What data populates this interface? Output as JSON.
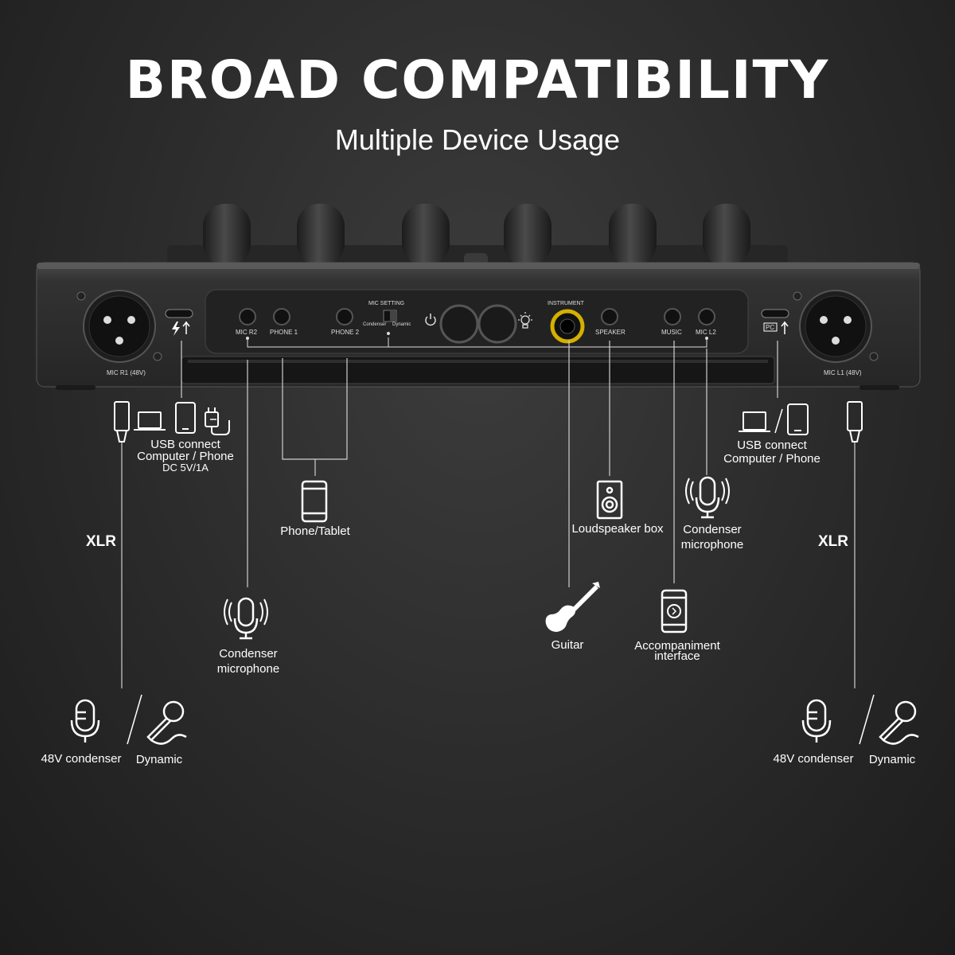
{
  "title": "BROAD COMPATIBILITY",
  "subtitle": "Multiple Device Usage",
  "device": {
    "mic_r1": "MIC R1 (48V)",
    "mic_l1": "MIC L1 (48V)",
    "mic_r2": "MIC R2",
    "phone1": "PHONE 1",
    "phone2": "PHONE 2",
    "mic_setting": "MIC SETTING",
    "condenser": "Condenser",
    "dynamic": "Dynamic",
    "instrument": "INSTRUMENT",
    "speaker": "SPEAKER",
    "music": "MUSIC",
    "mic_l2": "MIC L2",
    "pc": "PC"
  },
  "labels": {
    "usb_left_1": "USB connect",
    "usb_left_2": "Computer / Phone",
    "usb_left_3": "DC 5V/1A",
    "usb_right_1": "USB connect",
    "usb_right_2": "Computer / Phone",
    "xlr_left": "XLR",
    "xlr_right": "XLR",
    "phone_tablet": "Phone/Tablet",
    "condenser_mic_left_1": "Condenser",
    "condenser_mic_left_2": "microphone",
    "loudspeaker": "Loudspeaker box",
    "condenser_mic_right_1": "Condenser",
    "condenser_mic_right_2": "microphone",
    "guitar": "Guitar",
    "accomp_1": "Accompaniment",
    "accomp_2": "interface",
    "condenser48_left": "48V condenser",
    "dynamic_left": "Dynamic",
    "condenser48_right": "48V condenser",
    "dynamic_right": "Dynamic"
  },
  "colors": {
    "accent_ring": "#d4b000",
    "device_body": "#3a3a3a"
  },
  "icons": [
    "laptop-icon",
    "phone-icon",
    "power-plug-icon",
    "speaker-icon",
    "microphone-icon",
    "guitar-icon",
    "handheld-mic-icon",
    "xlr-plug-icon",
    "usb-icon",
    "lightning-icon",
    "power-icon",
    "lightbulb-icon"
  ]
}
